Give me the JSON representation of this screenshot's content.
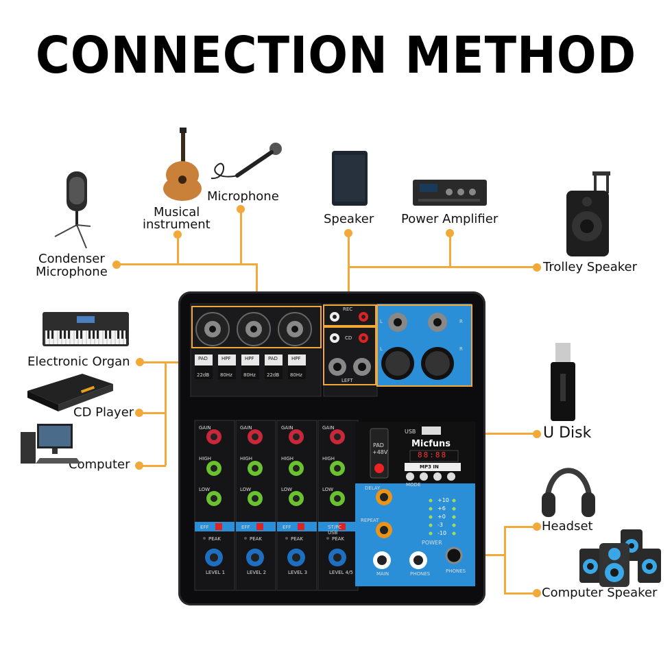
{
  "title": "CONNECTION METHOD",
  "inputs": {
    "condenser_microphone": [
      "Condenser",
      "Microphone"
    ],
    "musical_instrument": [
      "Musical",
      "instrument"
    ],
    "microphone": "Microphone",
    "electronic_organ": "Electronic Organ",
    "cd_player": "CD Player",
    "computer": "Computer"
  },
  "outputs": {
    "speaker": "Speaker",
    "power_amplifier": "Power Amplifier",
    "trolley_speaker": "Trolley Speaker",
    "u_disk": "U Disk",
    "headset": "Headset",
    "computer_speaker": "Computer Speaker"
  },
  "mixer": {
    "brand": "Micfuns",
    "usb_label": "USB",
    "mp3_label": "MP3 IN",
    "pad48_label": [
      "PAD",
      "+48V"
    ],
    "pad_label": "PAD",
    "pad_value": "22dB",
    "hpf_label": "HPF",
    "hpf_value": "80Hz",
    "gain_label": "GAIN",
    "high_label": "HIGH",
    "low_label": "LOW",
    "eff_label": "EFF",
    "peak_label": "PEAK",
    "stpc_label": [
      "ST/PC",
      "USB"
    ],
    "levels": [
      "LEVEL 1",
      "LEVEL 2",
      "LEVEL 3",
      "LEVEL 4/5"
    ],
    "delay_label": "DELAY",
    "repeat_label": "REPEAT",
    "power_label": "POWER",
    "main_label": "MAIN",
    "phones_label": "PHONES",
    "mode_label": "MODE",
    "rec_label": "REC",
    "cd_label": "CD",
    "left_label": "LEFT",
    "l_label": "L",
    "r_label": "R",
    "meter": [
      "+10",
      "+6",
      "+0",
      "-3",
      "-10"
    ]
  },
  "colors": {
    "connector": "#f2a93a",
    "panel_blue": "#2a8fd6",
    "mixer_body": "#0c0c0e"
  }
}
